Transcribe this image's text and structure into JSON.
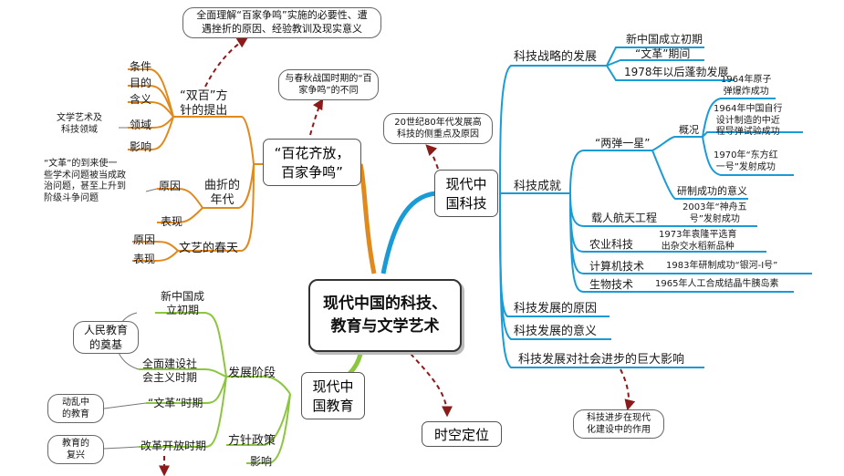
{
  "center": {
    "line1": "现代中国的科技、",
    "line2": "教育与文学艺术"
  },
  "branches": {
    "tech": {
      "line1": "现代中",
      "line2": "国科技"
    },
    "edu": {
      "line1": "现代中",
      "line2": "国教育"
    },
    "bhqf": {
      "line1": "“百花齐放，",
      "line2": "百家争鸣”"
    },
    "shikong": "时空定位"
  },
  "tech": {
    "strategy": "科技战略的发展",
    "strategy_items": [
      "新中国成立初期",
      "“文革”期间",
      "1978年以后蓬勃发展"
    ],
    "achievement": "科技成就",
    "liangdan": "“两弹一星”",
    "gaikuang": "概况",
    "gaikuang_items": [
      [
        "1964年原子",
        "弹爆炸成功"
      ],
      [
        "1964年中国自行",
        "设计制造的中近",
        "程导弹试验成功"
      ],
      [
        "1970年“东方红",
        "一号”发射成功"
      ]
    ],
    "yiyi": "研制成功的意义",
    "space": "载人航天工程",
    "space_detail": [
      "2003年“神舟五",
      "号”发射成功"
    ],
    "agri": "农业科技",
    "agri_detail": [
      "1973年袁隆平选育",
      "出杂交水稻新品种"
    ],
    "computer": "计算机技术",
    "computer_detail": "1983年研制成功“银河-Ⅰ号”",
    "bio": "生物技术",
    "bio_detail": "1965年人工合成结晶牛胰岛素",
    "reason": "科技发展的原因",
    "meaning": "科技发展的意义",
    "influence": "科技发展对社会进步的巨大影响",
    "note_influence": [
      "科技进步在现代",
      "化建设中的作用"
    ],
    "note_80s": [
      "20世纪80年代发展高",
      "科技的侧重点及原因"
    ]
  },
  "bhqf": {
    "shuangbai": [
      "“双百”方",
      "针的提出"
    ],
    "sb_items": [
      "条件",
      "目的",
      "含义",
      "领域",
      "影响"
    ],
    "lingyu_note": [
      "文学艺术及",
      "科技领域"
    ],
    "quzhe": [
      "曲折的",
      "年代"
    ],
    "yuanyin": "原因",
    "biaoxian": "表现",
    "quzhe_note": [
      "“文革”的到来使一",
      "些学术问题被当成政",
      "治问题，甚至上升到",
      "阶级斗争问题"
    ],
    "chuntian": "文艺的春天",
    "ct_yuanyin": "原因",
    "ct_biaoxian": "表现",
    "note_top": [
      "全面理解“百家争鸣”实施的必要性、遭",
      "遇挫折的原因、经验教训及现实意义"
    ],
    "note_spring": [
      "与春秋战国时期的“百",
      "家争鸣”的不同"
    ]
  },
  "edu": {
    "jieduan": "发展阶段",
    "stage1": [
      "新中国成",
      "立初期"
    ],
    "stage2": [
      "全面建设社",
      "会主义时期"
    ],
    "stage3": "“文革”时期",
    "stage4": "改革开放时期",
    "renmin_note": [
      "人民教育",
      "的奠基"
    ],
    "dongluan_note": [
      "动乱中",
      "的教育"
    ],
    "fuxing_note": [
      "教育的",
      "复兴"
    ],
    "fangzhen": "方针政策",
    "yingxiang": "影响"
  },
  "colors": {
    "tech": "#1a9bd6",
    "culture": "#e08a1e",
    "edu": "#8cc63f",
    "shikong": "#8b1a1a",
    "dash": "#8b1a1a"
  }
}
